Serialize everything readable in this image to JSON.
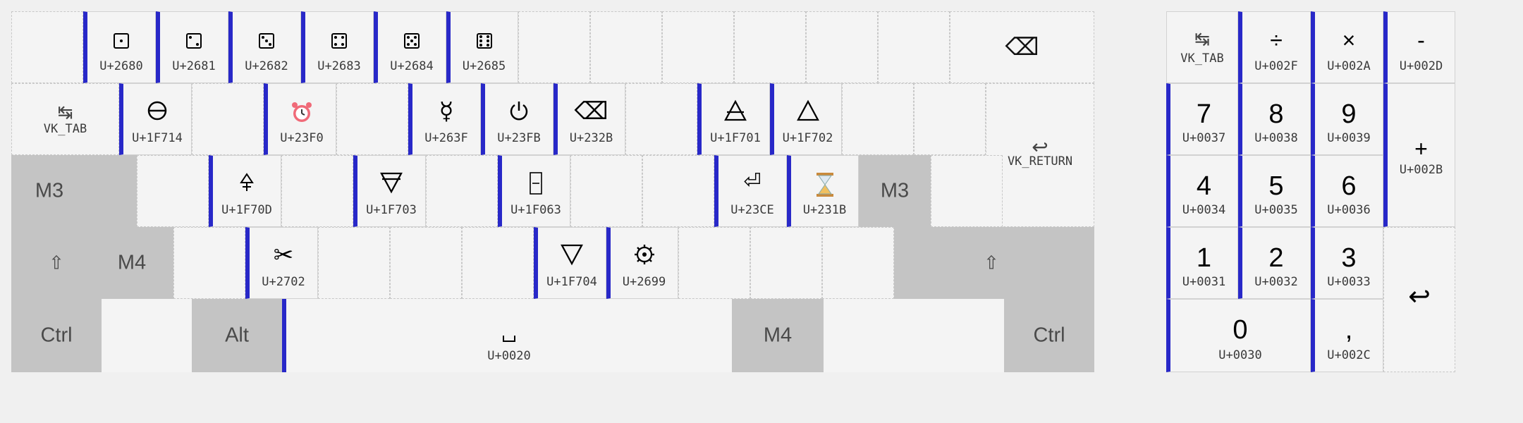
{
  "main": {
    "row1": [
      {
        "glyph": "⚀",
        "code": "U+2680"
      },
      {
        "glyph": "⚁",
        "code": "U+2681"
      },
      {
        "glyph": "⚂",
        "code": "U+2682"
      },
      {
        "glyph": "⚃",
        "code": "U+2683"
      },
      {
        "glyph": "⚄",
        "code": "U+2684"
      },
      {
        "glyph": "⚅",
        "code": "U+2685"
      },
      {
        "glyph": "⌫",
        "code": ""
      }
    ],
    "row2": [
      {
        "glyph": "↹",
        "code": "VK_TAB"
      },
      {
        "glyph": "🜔",
        "code": "U+1F714"
      },
      {
        "glyph": "⏰",
        "code": "U+23F0"
      },
      {
        "glyph": "☿",
        "code": "U+263F"
      },
      {
        "glyph": "⏻",
        "code": "U+23FB"
      },
      {
        "glyph": "⌫",
        "code": "U+232B"
      },
      {
        "glyph": "🜁",
        "code": "U+1F701"
      },
      {
        "glyph": "🜂",
        "code": "U+1F702"
      },
      {
        "glyph": "↩",
        "code": "VK_RETURN"
      }
    ],
    "row3": [
      {
        "glyph": "M3",
        "code": ""
      },
      {
        "glyph": "🜍",
        "code": "U+1F70D"
      },
      {
        "glyph": "🜃",
        "code": "U+1F703"
      },
      {
        "glyph": "🁣",
        "code": "U+1F063"
      },
      {
        "glyph": "⏎",
        "code": "U+23CE"
      },
      {
        "glyph": "⌛",
        "code": "U+231B"
      },
      {
        "glyph": "M3",
        "code": ""
      }
    ],
    "row4": [
      {
        "glyph": "⇧",
        "code": ""
      },
      {
        "glyph": "M4",
        "code": ""
      },
      {
        "glyph": "✂",
        "code": "U+2702"
      },
      {
        "glyph": "🜄",
        "code": "U+1F704"
      },
      {
        "glyph": "⚙",
        "code": "U+2699"
      },
      {
        "glyph": "⇧",
        "code": ""
      }
    ],
    "row5": [
      {
        "glyph": "Ctrl",
        "code": ""
      },
      {
        "glyph": "Alt",
        "code": ""
      },
      {
        "glyph": "␣",
        "code": "U+0020"
      },
      {
        "glyph": "M4",
        "code": ""
      },
      {
        "glyph": "Ctrl",
        "code": ""
      }
    ]
  },
  "numpad": {
    "row1": [
      {
        "glyph": "↹",
        "code": "VK_TAB"
      },
      {
        "glyph": "÷",
        "code": "U+002F"
      },
      {
        "glyph": "×",
        "code": "U+002A"
      },
      {
        "glyph": "-",
        "code": "U+002D"
      }
    ],
    "row2": [
      {
        "glyph": "7",
        "code": "U+0037"
      },
      {
        "glyph": "8",
        "code": "U+0038"
      },
      {
        "glyph": "9",
        "code": "U+0039"
      },
      {
        "glyph": "+",
        "code": "U+002B"
      }
    ],
    "row3": [
      {
        "glyph": "4",
        "code": "U+0034"
      },
      {
        "glyph": "5",
        "code": "U+0035"
      },
      {
        "glyph": "6",
        "code": "U+0036"
      }
    ],
    "row4": [
      {
        "glyph": "1",
        "code": "U+0031"
      },
      {
        "glyph": "2",
        "code": "U+0032"
      },
      {
        "glyph": "3",
        "code": "U+0033"
      },
      {
        "glyph": "↩",
        "code": ""
      }
    ],
    "row5": [
      {
        "glyph": "0",
        "code": "U+0030"
      },
      {
        "glyph": ",",
        "code": "U+002C"
      }
    ]
  },
  "colors": {
    "accent": "#2828c8",
    "key_bg": "#f4f4f4",
    "modifier_bg": "#c4c4c4",
    "page_bg": "#f0f0f0"
  }
}
